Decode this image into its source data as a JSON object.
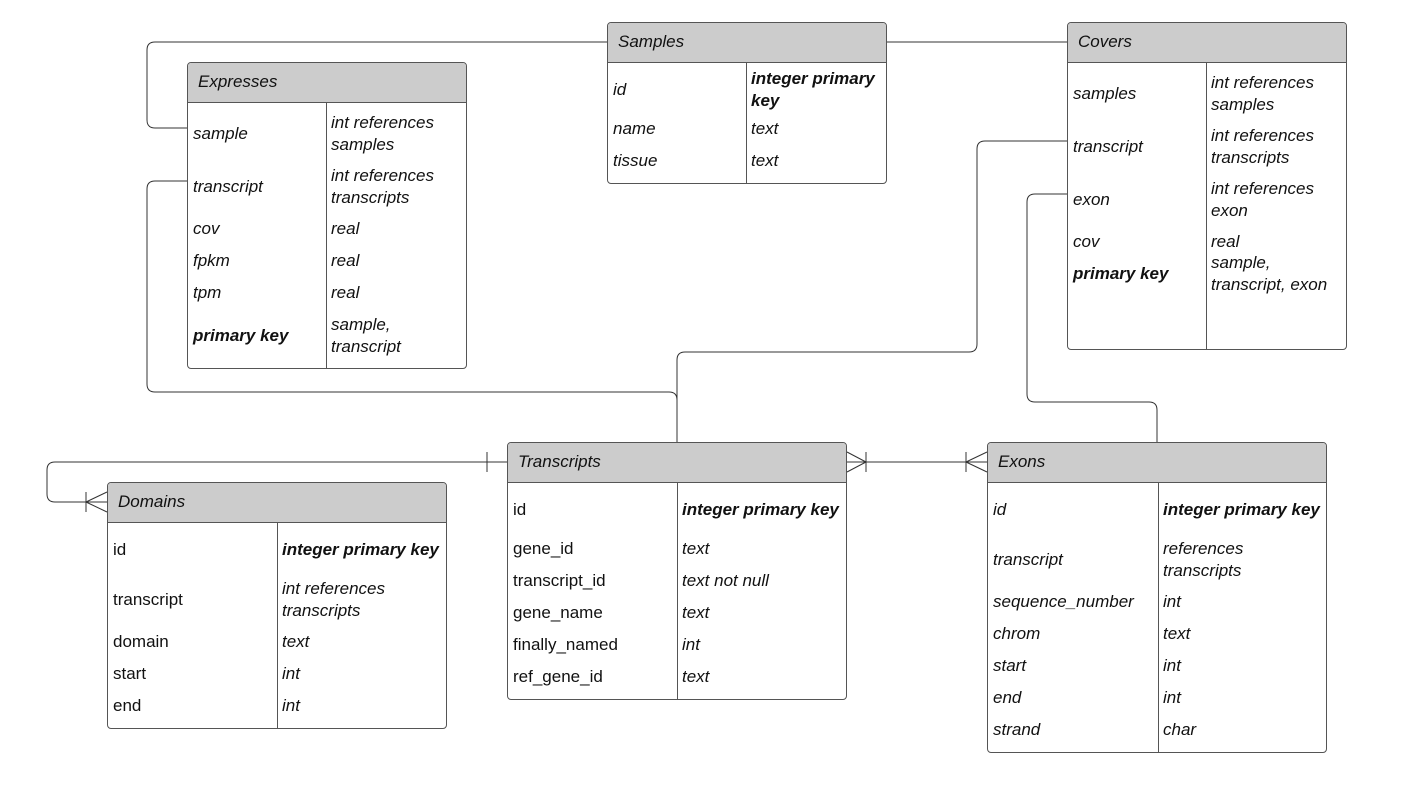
{
  "tables": {
    "samples": {
      "title": "Samples",
      "rows": [
        {
          "name": "id",
          "type": "integer primary key"
        },
        {
          "name": "name",
          "type": "text"
        },
        {
          "name": "tissue",
          "type": "text"
        }
      ]
    },
    "expresses": {
      "title": "Expresses",
      "rows": [
        {
          "name": "sample",
          "type": "int references samples"
        },
        {
          "name": "transcript",
          "type": "int references transcripts"
        },
        {
          "name": "cov",
          "type": "real"
        },
        {
          "name": "fpkm",
          "type": "real"
        },
        {
          "name": "tpm",
          "type": "real"
        },
        {
          "name": "primary key",
          "type": "sample, transcript"
        }
      ]
    },
    "covers": {
      "title": "Covers",
      "rows": [
        {
          "name": "samples",
          "type": "int references samples"
        },
        {
          "name": "transcript",
          "type": "int references transcripts"
        },
        {
          "name": "exon",
          "type": "int references exon"
        },
        {
          "name": "cov",
          "type": "real"
        },
        {
          "name": "primary key",
          "type": "sample, transcript, exon"
        }
      ]
    },
    "transcripts": {
      "title": "Transcripts",
      "rows": [
        {
          "name": "id",
          "type": "integer primary key"
        },
        {
          "name": "gene_id",
          "type": "text"
        },
        {
          "name": "transcript_id",
          "type": "text not null"
        },
        {
          "name": "gene_name",
          "type": "text"
        },
        {
          "name": "finally_named",
          "type": "int"
        },
        {
          "name": "ref_gene_id",
          "type": "text"
        }
      ]
    },
    "domains": {
      "title": "Domains",
      "rows": [
        {
          "name": "id",
          "type": "integer  primary key"
        },
        {
          "name": "transcript",
          "type": "int references transcripts"
        },
        {
          "name": "domain",
          "type": "text"
        },
        {
          "name": "start",
          "type": "int"
        },
        {
          "name": "end",
          "type": "int"
        }
      ]
    },
    "exons": {
      "title": "Exons",
      "rows": [
        {
          "name": "id",
          "type": "integer primary key"
        },
        {
          "name": "transcript",
          "type": "references transcripts"
        },
        {
          "name": "sequence_number",
          "type": "int"
        },
        {
          "name": "chrom",
          "type": "text"
        },
        {
          "name": "start",
          "type": "int"
        },
        {
          "name": "end",
          "type": "int"
        },
        {
          "name": "strand",
          "type": "char"
        }
      ]
    }
  },
  "colors": {
    "header": "#cccccc",
    "border": "#555555",
    "line": "#333333"
  }
}
